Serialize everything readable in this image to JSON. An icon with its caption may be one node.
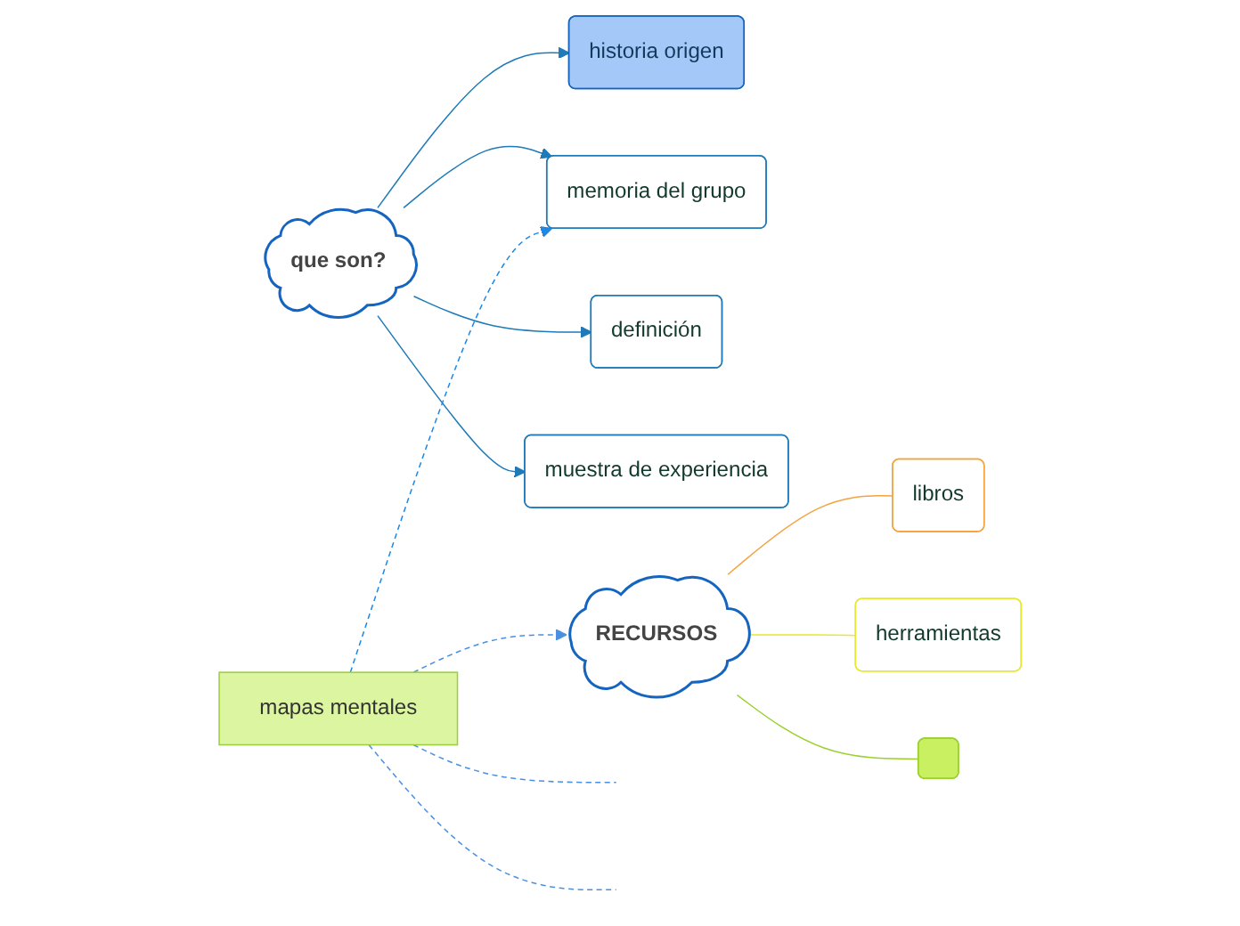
{
  "diagram": {
    "nodes": [
      {
        "text": [
          "que son?"
        ]
      },
      {
        "text": [
          "historia origen"
        ]
      },
      {
        "text": [
          "memoria del grupo"
        ]
      },
      {
        "text": [
          "definición"
        ]
      },
      {
        "text": [
          "muestra de experiencia"
        ]
      },
      {
        "text": [
          "mapas mentales"
        ]
      },
      {
        "text": [
          "RECURSOS"
        ]
      },
      {
        "text": [
          "libros"
        ]
      },
      {
        "text": [
          "herramientas"
        ]
      },
      {
        "text": [],
        "shape": "box"
      }
    ],
    "edges": [
      {
        "from": 0,
        "to": 1,
        "arrow": "to"
      },
      {
        "from": 0,
        "to": 2,
        "arrow": "to"
      },
      {
        "from": 0,
        "to": 3,
        "arrow": "to"
      },
      {
        "from": 0,
        "to": 4,
        "arrow": "to"
      },
      {
        "from": 5,
        "to": 2,
        "arrow": "to",
        "style": "dashed",
        "color": "#1e88e5"
      },
      {
        "from": 5,
        "to": 6,
        "arrow": "to",
        "style": "dashed",
        "color": "#4a90e2"
      },
      {
        "from": 5,
        "to": null,
        "arrow": "none",
        "style": "dashed",
        "color": "#4a90e2"
      },
      {
        "from": 5,
        "to": null,
        "arrow": "none",
        "style": "dashed",
        "color": "#4a90e2"
      },
      {
        "from": 6,
        "to": 7,
        "arrow": "none",
        "color": "#f4a340"
      },
      {
        "from": 6,
        "to": 8,
        "arrow": "none",
        "color": "#e8e830"
      },
      {
        "from": 6,
        "to": 9,
        "arrow": "none",
        "color": "#9ad030"
      }
    ]
  }
}
